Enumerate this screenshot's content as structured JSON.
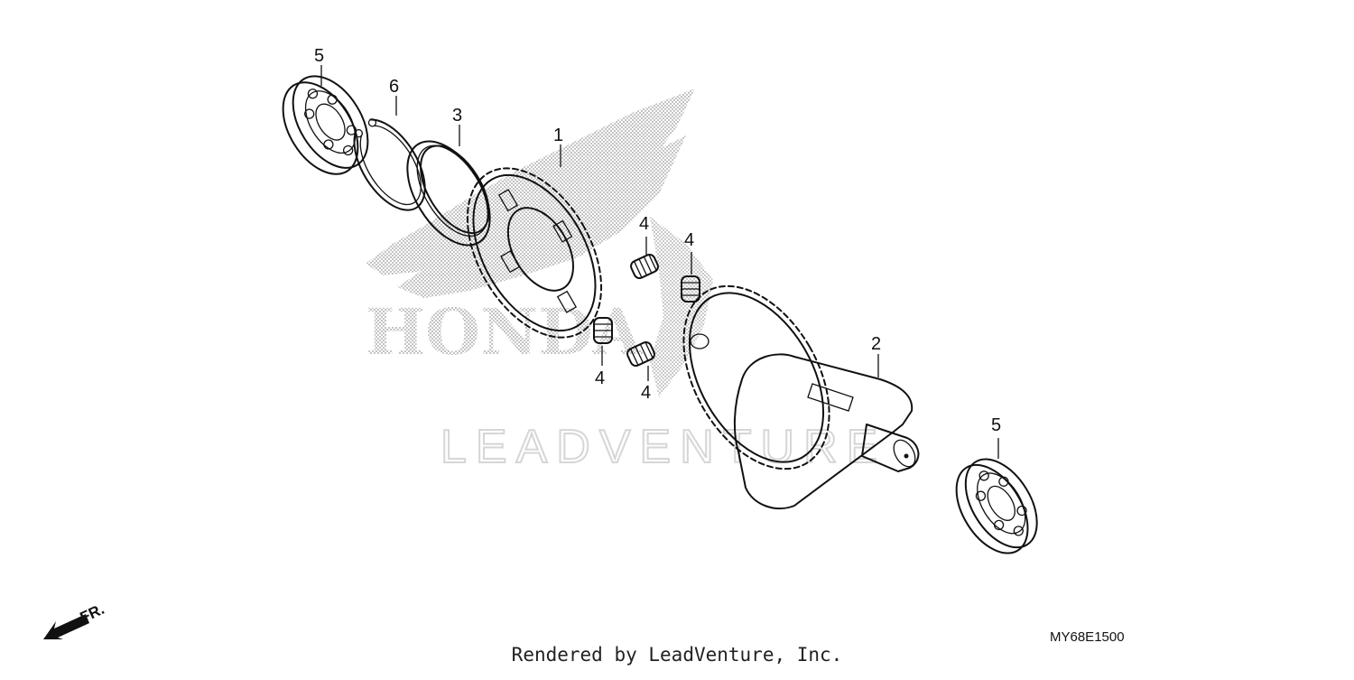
{
  "diagram": {
    "code": "MY68E1500",
    "credit": "Rendered by LeadVenture, Inc.",
    "direction_label": "FR.",
    "watermark_brand": "HONDA",
    "watermark_company": "LEADVENTURE",
    "callouts": {
      "bearing_top": "5",
      "circlip": "6",
      "washer": "3",
      "driven_gear": "1",
      "spring_a": "4",
      "spring_b": "4",
      "spring_c": "4",
      "spring_d": "4",
      "balancer_shaft": "2",
      "bearing_bottom": "5"
    }
  }
}
